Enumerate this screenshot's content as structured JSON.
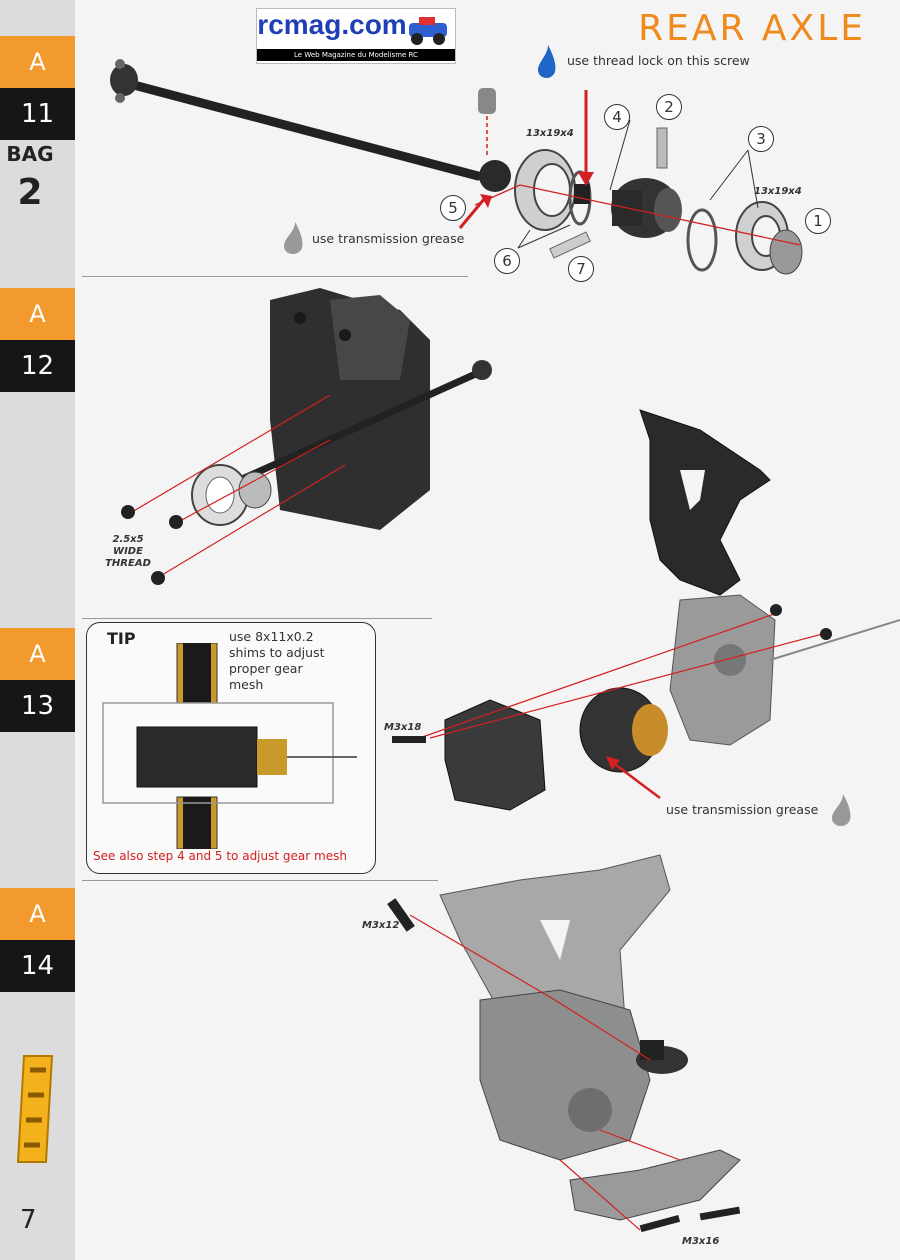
{
  "header": {
    "title": "REAR  AXLE",
    "logo_text": "rcmag.com",
    "logo_subtitle": "Le Web Magazine du Modelisme RC"
  },
  "sidebar": {
    "step11_letter": "A",
    "step11_number": "11",
    "bag_label": "BAG",
    "bag_number": "2",
    "step12_letter": "A",
    "step12_number": "12",
    "step13_letter": "A",
    "step13_number": "13",
    "step14_letter": "A",
    "step14_number": "14",
    "page_number": "7"
  },
  "step11": {
    "thread_lock_note": "use thread lock on this screw",
    "grease_note": "use transmission grease",
    "bearing_size_left": "13x19x4",
    "bearing_size_right": "13x19x4",
    "callouts": [
      "1",
      "2",
      "3",
      "4",
      "5",
      "6",
      "7"
    ]
  },
  "step12": {
    "screw_label": "2.5x5\nWIDE\nTHREAD"
  },
  "step13": {
    "screw_label": "M3x18",
    "grease_note": "use transmission grease",
    "tip_title": "TIP",
    "tip_text": "use 8x11x0.2 shims to adjust proper gear mesh",
    "tip_red_note": "See also step 4 and 5 to adjust gear mesh"
  },
  "step14": {
    "screw_label_top": "M3x12",
    "screw_label_bottom": "M3x16"
  },
  "colors": {
    "accent_orange": "#f39a2e",
    "tab_black": "#161616",
    "guide_red": "#d42020",
    "logo_blue": "#1f3fb4"
  }
}
